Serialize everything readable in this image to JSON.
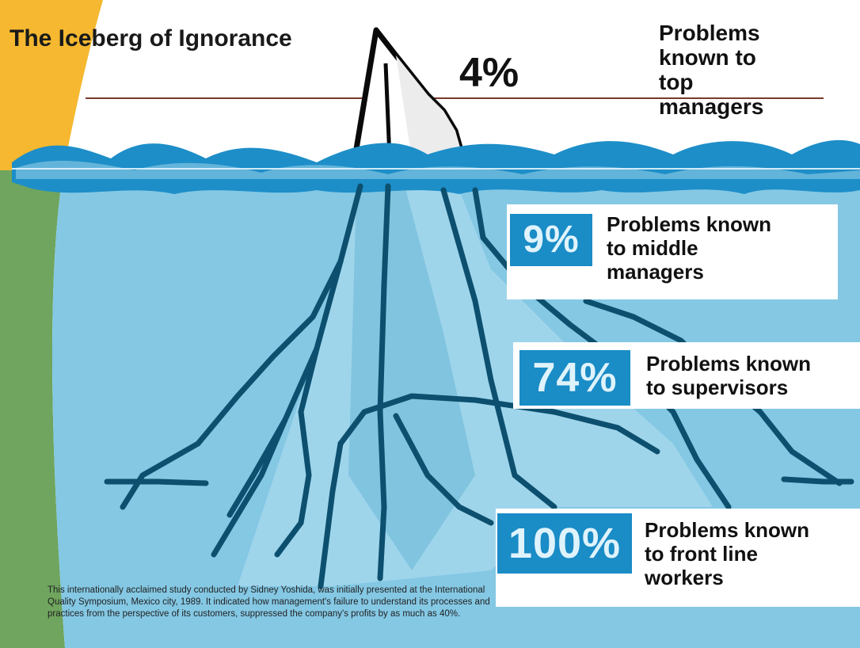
{
  "title": "The Iceberg of Ignorance",
  "levels": [
    {
      "percent": "4%",
      "label": "Problems\nknown to\ntop\nmanagers"
    },
    {
      "percent": "9%",
      "label": "Problems known\nto middle\nmanagers"
    },
    {
      "percent": "74%",
      "label": "Problems known\nto supervisors"
    },
    {
      "percent": "100%",
      "label": "Problems known\nto front line\nworkers"
    }
  ],
  "footnote": "This internationally acclaimed study conducted by Sidney Yoshida, was initially presented at the International Quality Symposium, Mexico city, 1989. It indicated how management's failure to understand its processes and practices from the perspective of its customers, suppressed the company's profits by as much as 40%.",
  "colors": {
    "water": "#84c8e4",
    "water_dark": "#1d8ec8",
    "iceberg_line": "#0c4f6e",
    "percent_box": "#1a8cc6",
    "left_band_top": "#f5b830",
    "left_band_bottom": "#6fa55e"
  }
}
